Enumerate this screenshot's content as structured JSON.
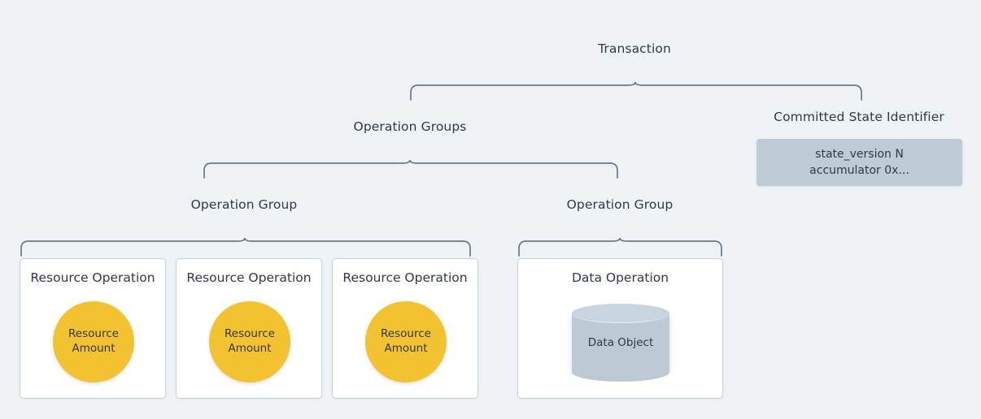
{
  "diagram": {
    "title_label": "Transaction",
    "operation_groups_label": "Operation Groups",
    "committed_state": {
      "title": "Committed State Identifier",
      "line1": "state_version N",
      "line2": "accumulator 0x..."
    },
    "groups": [
      {
        "label": "Operation Group",
        "operations": [
          {
            "title": "Resource Operation",
            "payload_line1": "Resource",
            "payload_line2": "Amount",
            "payload_shape": "circle"
          },
          {
            "title": "Resource Operation",
            "payload_line1": "Resource",
            "payload_line2": "Amount",
            "payload_shape": "circle"
          },
          {
            "title": "Resource Operation",
            "payload_line1": "Resource",
            "payload_line2": "Amount",
            "payload_shape": "circle"
          }
        ]
      },
      {
        "label": "Operation Group",
        "operations": [
          {
            "title": "Data Operation",
            "payload_line1": "Data Object",
            "payload_line2": "",
            "payload_shape": "cylinder"
          }
        ]
      }
    ],
    "colors": {
      "background": "#f0f3f6",
      "text": "#2e3a48",
      "brace": "#66798f",
      "box_border": "#c6d2dd",
      "box_fill": "#ffffff",
      "resource_amount": "#f2c230",
      "data_object": "#bdcad6",
      "committed_state_fill": "#bfcbd6"
    }
  }
}
